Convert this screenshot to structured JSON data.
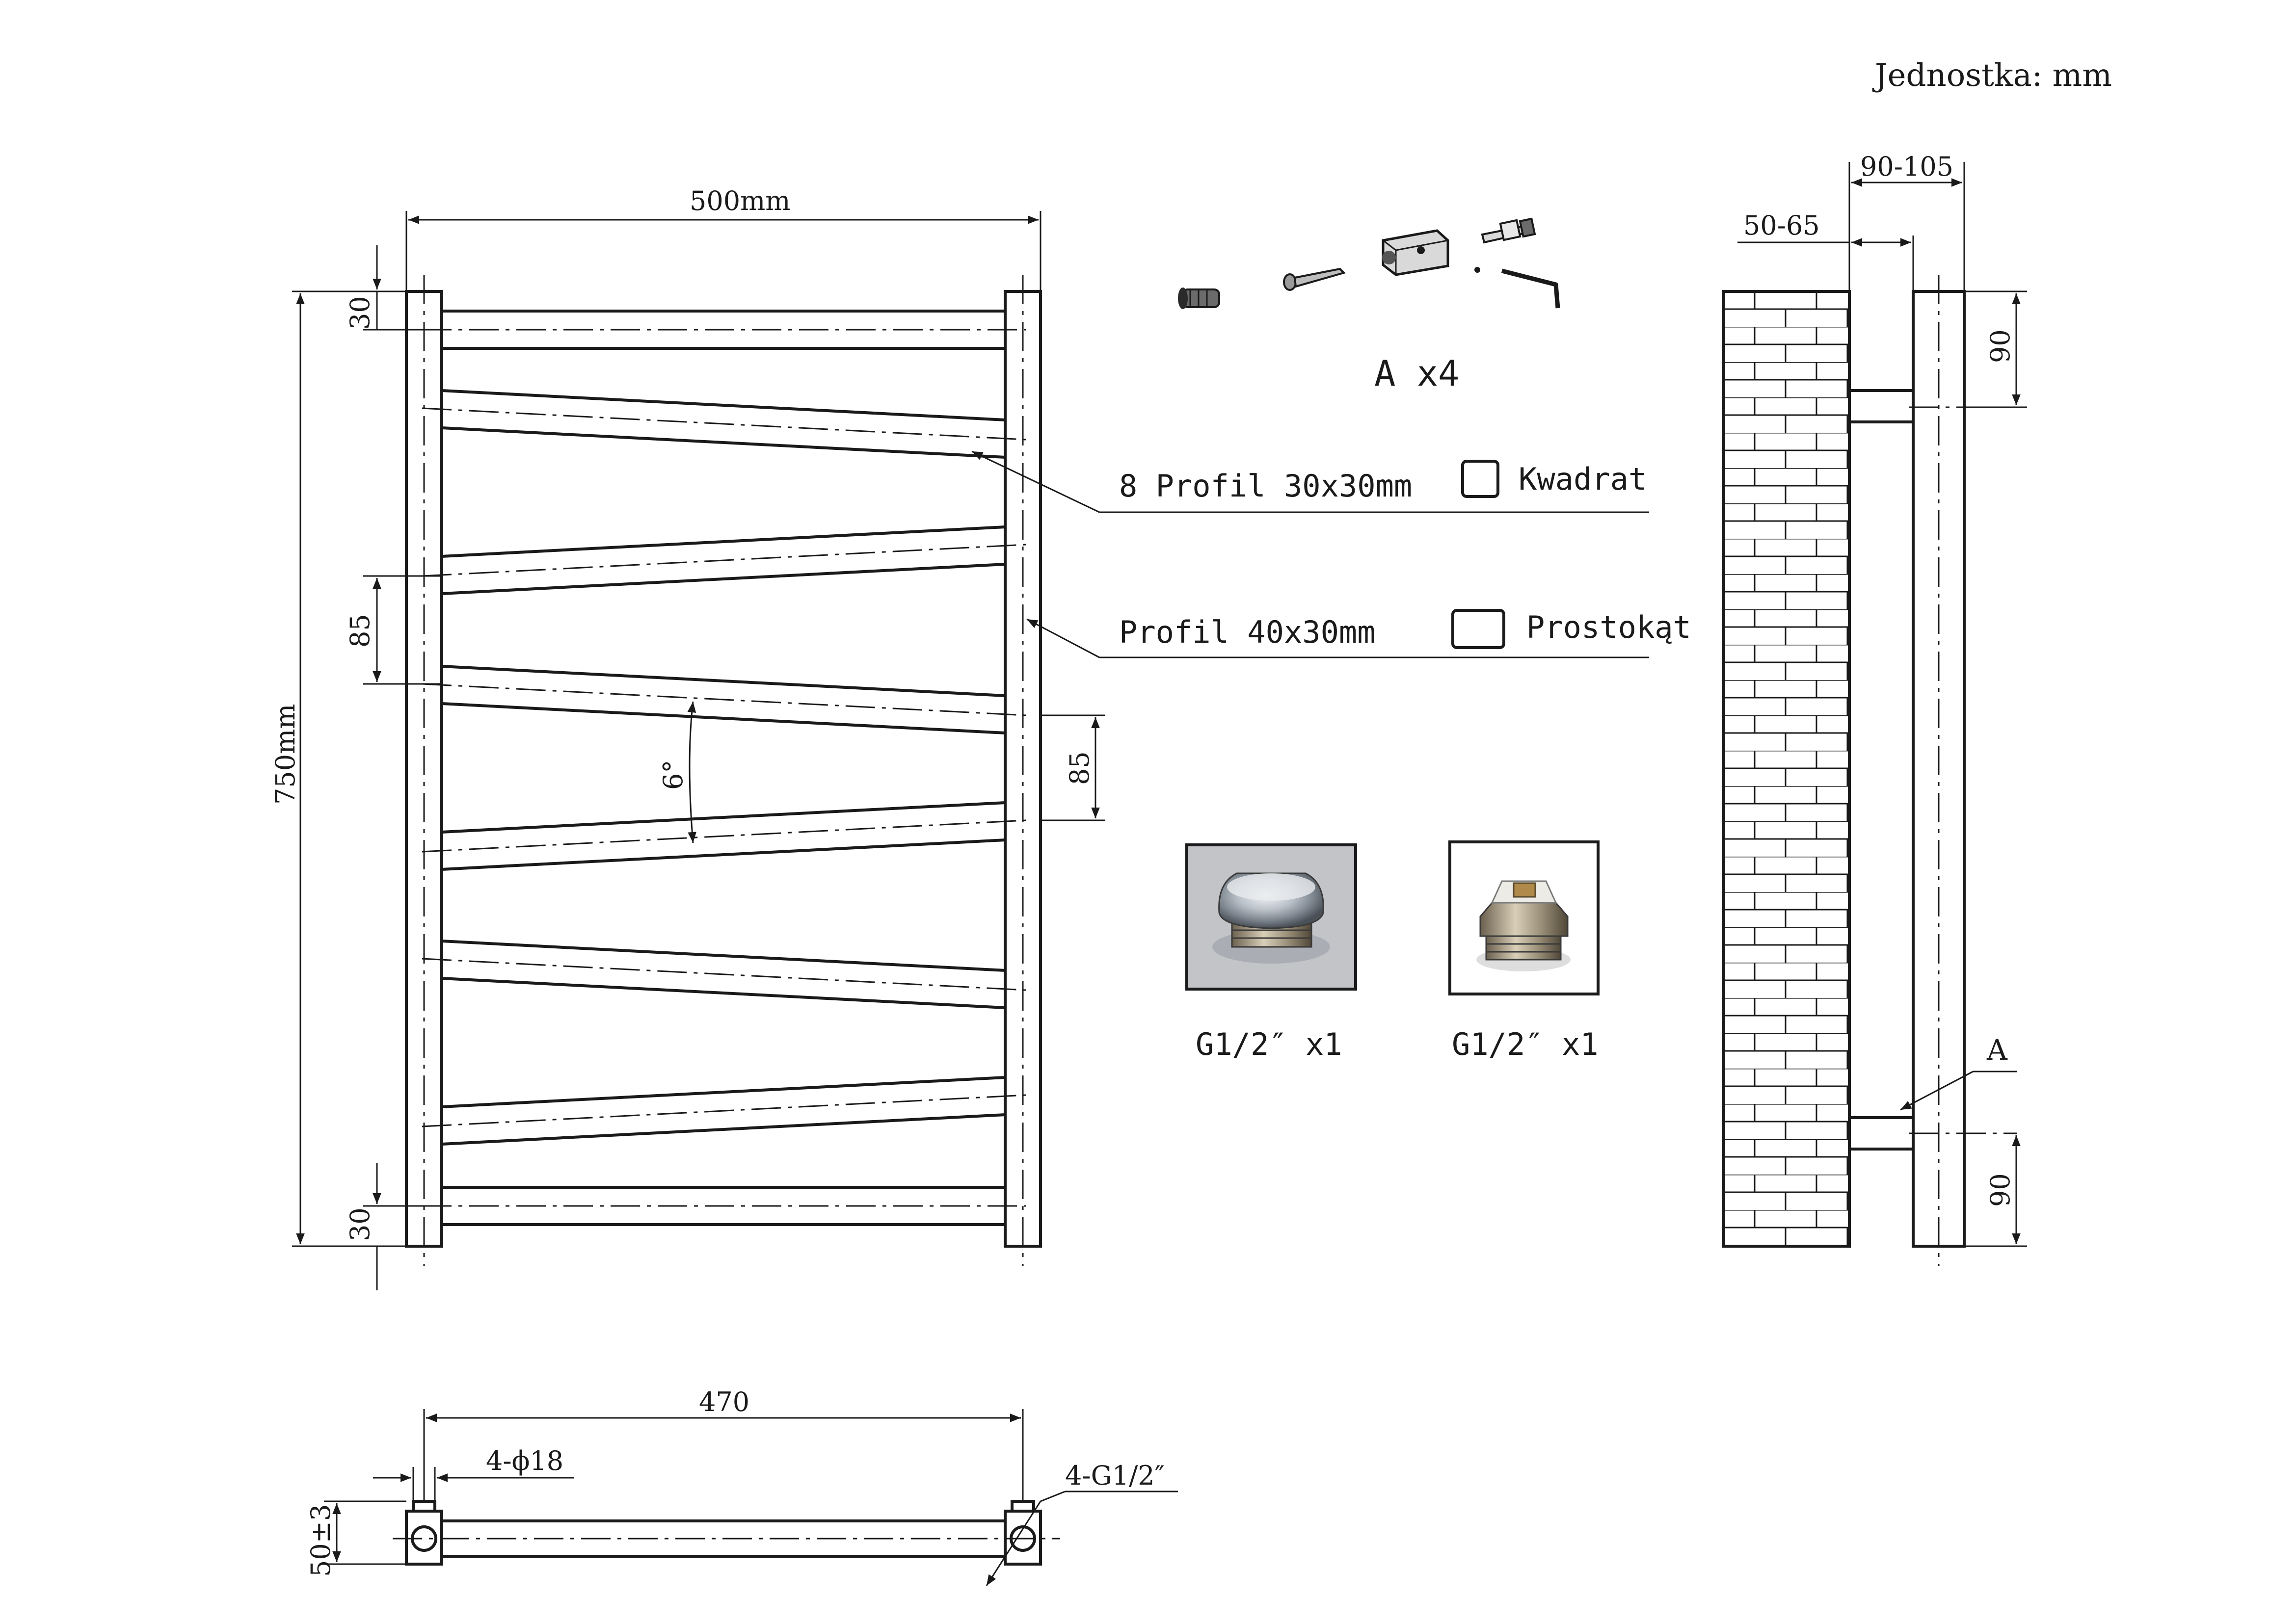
{
  "unit_label": "Jednostka: mm",
  "front_view": {
    "width_label": "500mm",
    "height_label": "750mm",
    "top_gap_label": "30",
    "bottom_gap_label": "30",
    "left_spacing_label": "85",
    "right_spacing_label": "85",
    "angle_label": "6°"
  },
  "callouts": {
    "rung_profile": "8 Profil 30x30mm",
    "rung_shape": "Kwadrat",
    "rail_profile": "Profil 40x30mm",
    "rail_shape": "Prostokąt"
  },
  "accessories": {
    "mount_kit_label": "A x4",
    "plug_1_label": "G1/2″ x1",
    "plug_2_label": "G1/2″ x1"
  },
  "side_view": {
    "outer_depth_label": "90-105",
    "inner_depth_label": "50-65",
    "top_offset_label": "90",
    "bottom_offset_label": "90",
    "detail_label": "A"
  },
  "bottom_view": {
    "pipe_spacing_label": "470",
    "hole_label": "4-ϕ18",
    "thread_label": "4-G1/2″",
    "height_label": "50±3"
  }
}
